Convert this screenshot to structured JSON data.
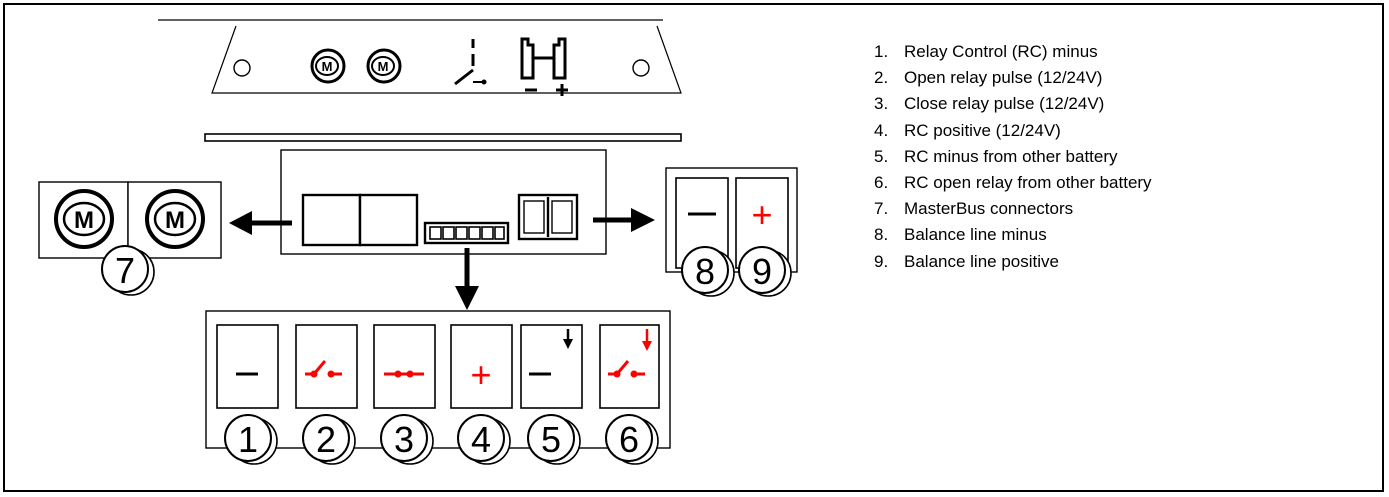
{
  "legend": [
    {
      "num": "1.",
      "text": "Relay Control (RC) minus"
    },
    {
      "num": "2.",
      "text": "Open relay pulse (12/24V)"
    },
    {
      "num": "3.",
      "text": "Close relay pulse (12/24V)"
    },
    {
      "num": "4.",
      "text": "RC positive (12/24V)"
    },
    {
      "num": "5.",
      "text": "RC minus from other battery"
    },
    {
      "num": "6.",
      "text": "RC open relay from other battery"
    },
    {
      "num": "7.",
      "text": "MasterBus connectors"
    },
    {
      "num": "8.",
      "text": "Balance line minus"
    },
    {
      "num": "9.",
      "text": "Balance line positive"
    }
  ],
  "callouts": {
    "n1": "1",
    "n2": "2",
    "n3": "3",
    "n4": "4",
    "n5": "5",
    "n6": "6",
    "n7": "7",
    "n8": "8",
    "n9": "9"
  },
  "symbols": {
    "minus": "–",
    "plus": "+",
    "panel_minus": "−",
    "panel_plus": "+",
    "masterbus_letter": "M"
  },
  "colors": {
    "line": "#000000",
    "accent": "#ff0000",
    "shadow": "#808080",
    "background": "#ffffff"
  }
}
